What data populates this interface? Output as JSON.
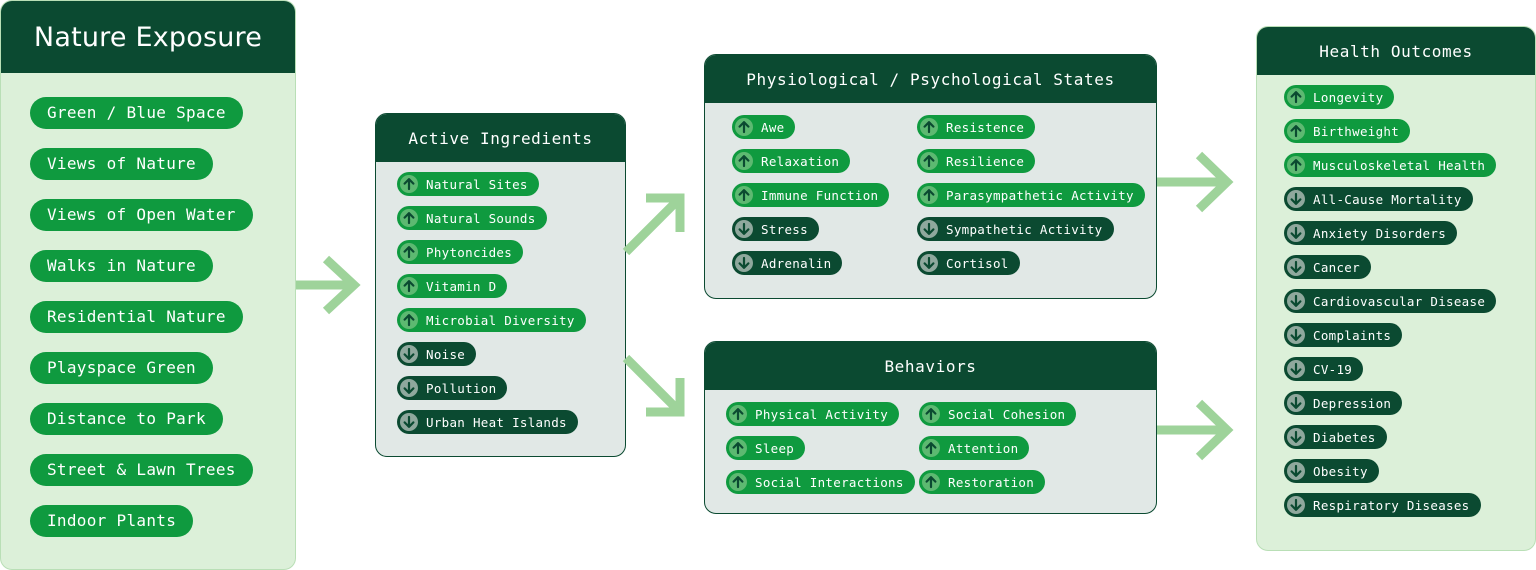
{
  "nature_exposure": {
    "title": "Nature Exposure",
    "items": [
      "Green / Blue Space",
      "Views of Nature",
      "Views of Open Water",
      "Walks in Nature",
      "Residential Nature",
      "Playspace Green",
      "Distance to Park",
      "Street & Lawn Trees",
      "Indoor Plants"
    ]
  },
  "active_ingredients": {
    "title": "Active Ingredients",
    "items": [
      {
        "label": "Natural Sites",
        "direction": "up"
      },
      {
        "label": "Natural Sounds",
        "direction": "up"
      },
      {
        "label": "Phytoncides",
        "direction": "up"
      },
      {
        "label": "Vitamin D",
        "direction": "up"
      },
      {
        "label": "Microbial Diversity",
        "direction": "up"
      },
      {
        "label": "Noise",
        "direction": "down"
      },
      {
        "label": "Pollution",
        "direction": "down"
      },
      {
        "label": "Urban Heat Islands",
        "direction": "down"
      }
    ]
  },
  "states": {
    "title": "Physiological / Psychological States",
    "col1": [
      {
        "label": "Awe",
        "direction": "up"
      },
      {
        "label": "Relaxation",
        "direction": "up"
      },
      {
        "label": "Immune Function",
        "direction": "up"
      },
      {
        "label": "Stress",
        "direction": "down"
      },
      {
        "label": "Adrenalin",
        "direction": "down"
      }
    ],
    "col2": [
      {
        "label": "Resistence",
        "direction": "up"
      },
      {
        "label": "Resilience",
        "direction": "up"
      },
      {
        "label": "Parasympathetic Activity",
        "direction": "up"
      },
      {
        "label": "Sympathetic Activity",
        "direction": "down"
      },
      {
        "label": "Cortisol",
        "direction": "down"
      }
    ]
  },
  "behaviors": {
    "title": "Behaviors",
    "col1": [
      {
        "label": "Physical Activity",
        "direction": "up"
      },
      {
        "label": "Sleep",
        "direction": "up"
      },
      {
        "label": "Social Interactions",
        "direction": "up"
      }
    ],
    "col2": [
      {
        "label": "Social Cohesion",
        "direction": "up"
      },
      {
        "label": "Attention",
        "direction": "up"
      },
      {
        "label": "Restoration",
        "direction": "up"
      }
    ]
  },
  "health_outcomes": {
    "title": "Health Outcomes",
    "items": [
      {
        "label": "Longevity",
        "direction": "up"
      },
      {
        "label": "Birthweight",
        "direction": "up"
      },
      {
        "label": "Musculoskeletal Health",
        "direction": "up"
      },
      {
        "label": "All-Cause Mortality",
        "direction": "down"
      },
      {
        "label": "Anxiety Disorders",
        "direction": "down"
      },
      {
        "label": "Cancer",
        "direction": "down"
      },
      {
        "label": "Cardiovascular Disease",
        "direction": "down"
      },
      {
        "label": "Complaints",
        "direction": "down"
      },
      {
        "label": "CV-19",
        "direction": "down"
      },
      {
        "label": "Depression",
        "direction": "down"
      },
      {
        "label": "Diabetes",
        "direction": "down"
      },
      {
        "label": "Obesity",
        "direction": "down"
      },
      {
        "label": "Respiratory Diseases",
        "direction": "down"
      }
    ]
  },
  "colors": {
    "header_dark": "#0b4a31",
    "increase_green": "#0f9a3f",
    "decrease_dark": "#0b4a31",
    "panel_light_green": "#dcf0d9",
    "panel_grey": "#e1e8e6",
    "arrow_green": "#9ed39a"
  }
}
